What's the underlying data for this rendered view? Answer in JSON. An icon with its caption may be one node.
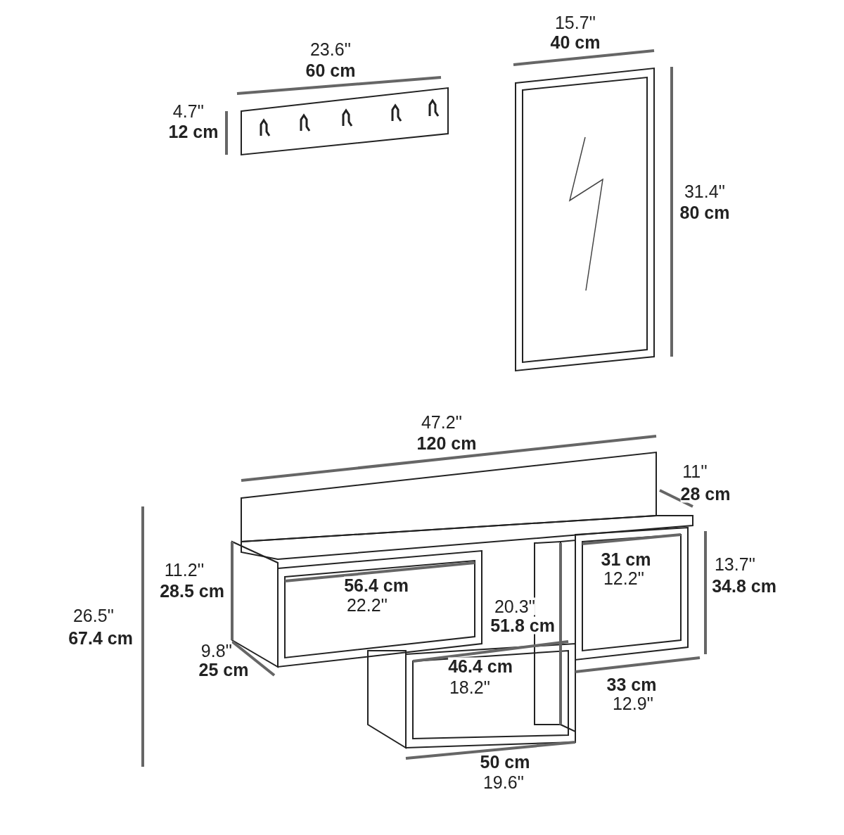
{
  "diagram": {
    "labels": [
      "15.7''",
      "40 cm",
      "23.6''",
      "60 cm",
      "4.7''",
      "12 cm",
      "31.4''",
      "80 cm",
      "47.2''",
      "120 cm",
      "11''",
      "28 cm",
      "31 cm",
      "12.2''",
      "11.2''",
      "28.5 cm",
      "13.7''",
      "34.8 cm",
      "56.4 cm",
      "22.2''",
      "26.5''",
      "67.4 cm",
      "20.3''",
      "51.8 cm",
      "9.8''",
      "25 cm",
      "46.4 cm",
      "18.2''",
      "33 cm",
      "12.9''",
      "50 cm",
      "19.6''"
    ]
  }
}
